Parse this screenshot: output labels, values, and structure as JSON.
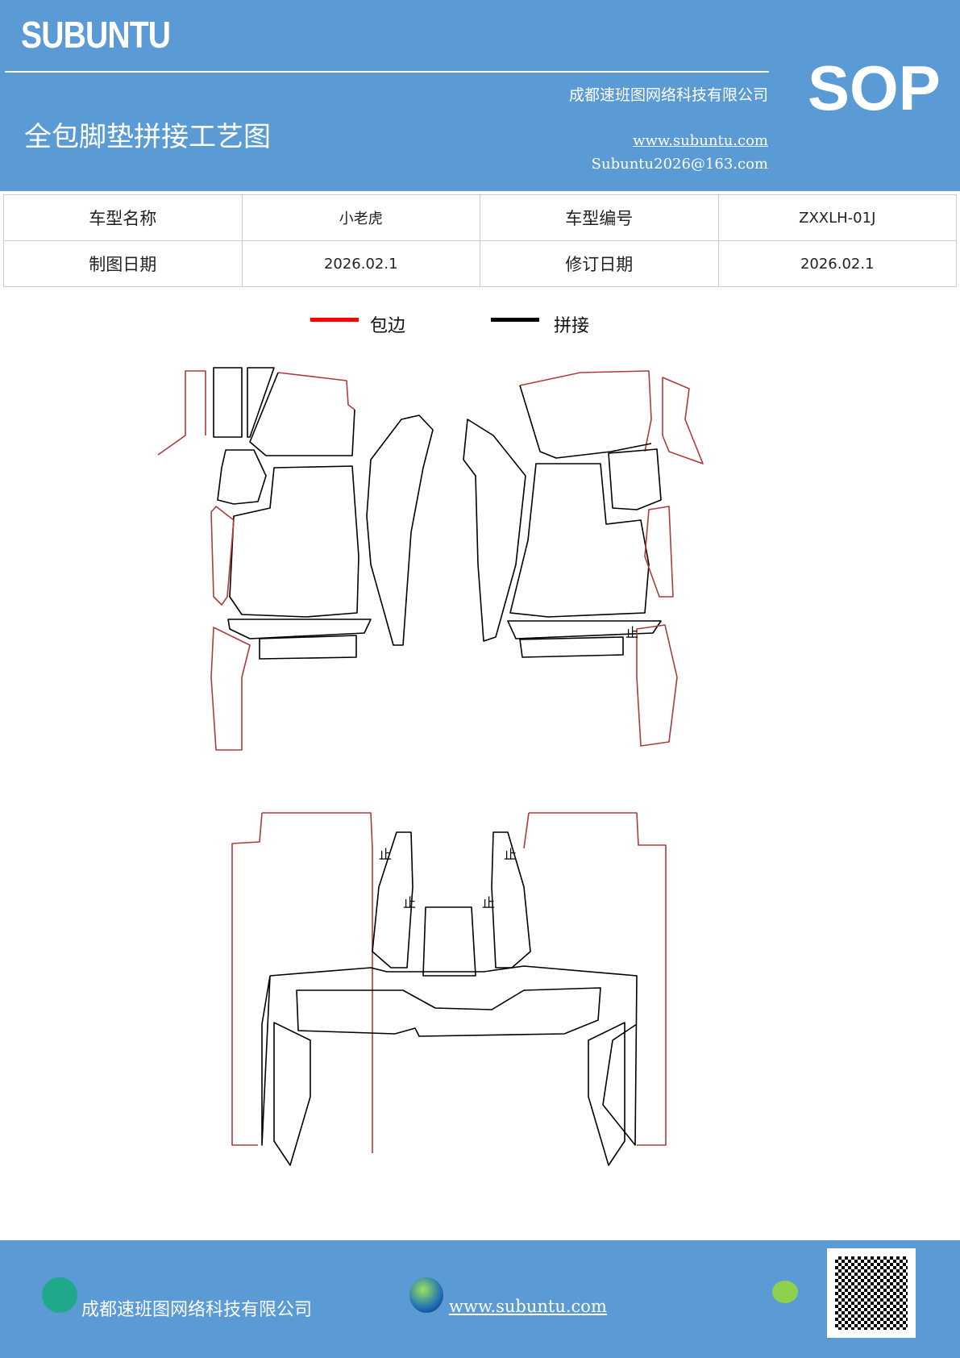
{
  "header": {
    "logo": "SUBUNTU",
    "title": "全包脚垫拼接工艺图",
    "company": "成都速班图网络科技有限公司",
    "website": "www.subuntu.com",
    "email": "Subuntu2026@163.com",
    "badge": "SOP"
  },
  "info_table": {
    "rows": [
      [
        "车型名称",
        "小老虎",
        "车型编号",
        "ZXXLH-01J"
      ],
      [
        "制图日期",
        "2026.02.1",
        "修订日期",
        "2026.02.1"
      ]
    ]
  },
  "legend": [
    {
      "label": "包边",
      "color": "#ff0000"
    },
    {
      "label": "拼接",
      "color": "#000000"
    }
  ],
  "diagram": {
    "stop_mark": "止",
    "edge_color": "#b03a3a",
    "seam_color": "#000000"
  },
  "footer": {
    "company": "成都速班图网络科技有限公司",
    "website": "www.subuntu.com",
    "icons": [
      "building-icon",
      "globe-icon",
      "wechat-icon",
      "qr-code"
    ]
  },
  "colors": {
    "brand": "#5b9bd5"
  }
}
